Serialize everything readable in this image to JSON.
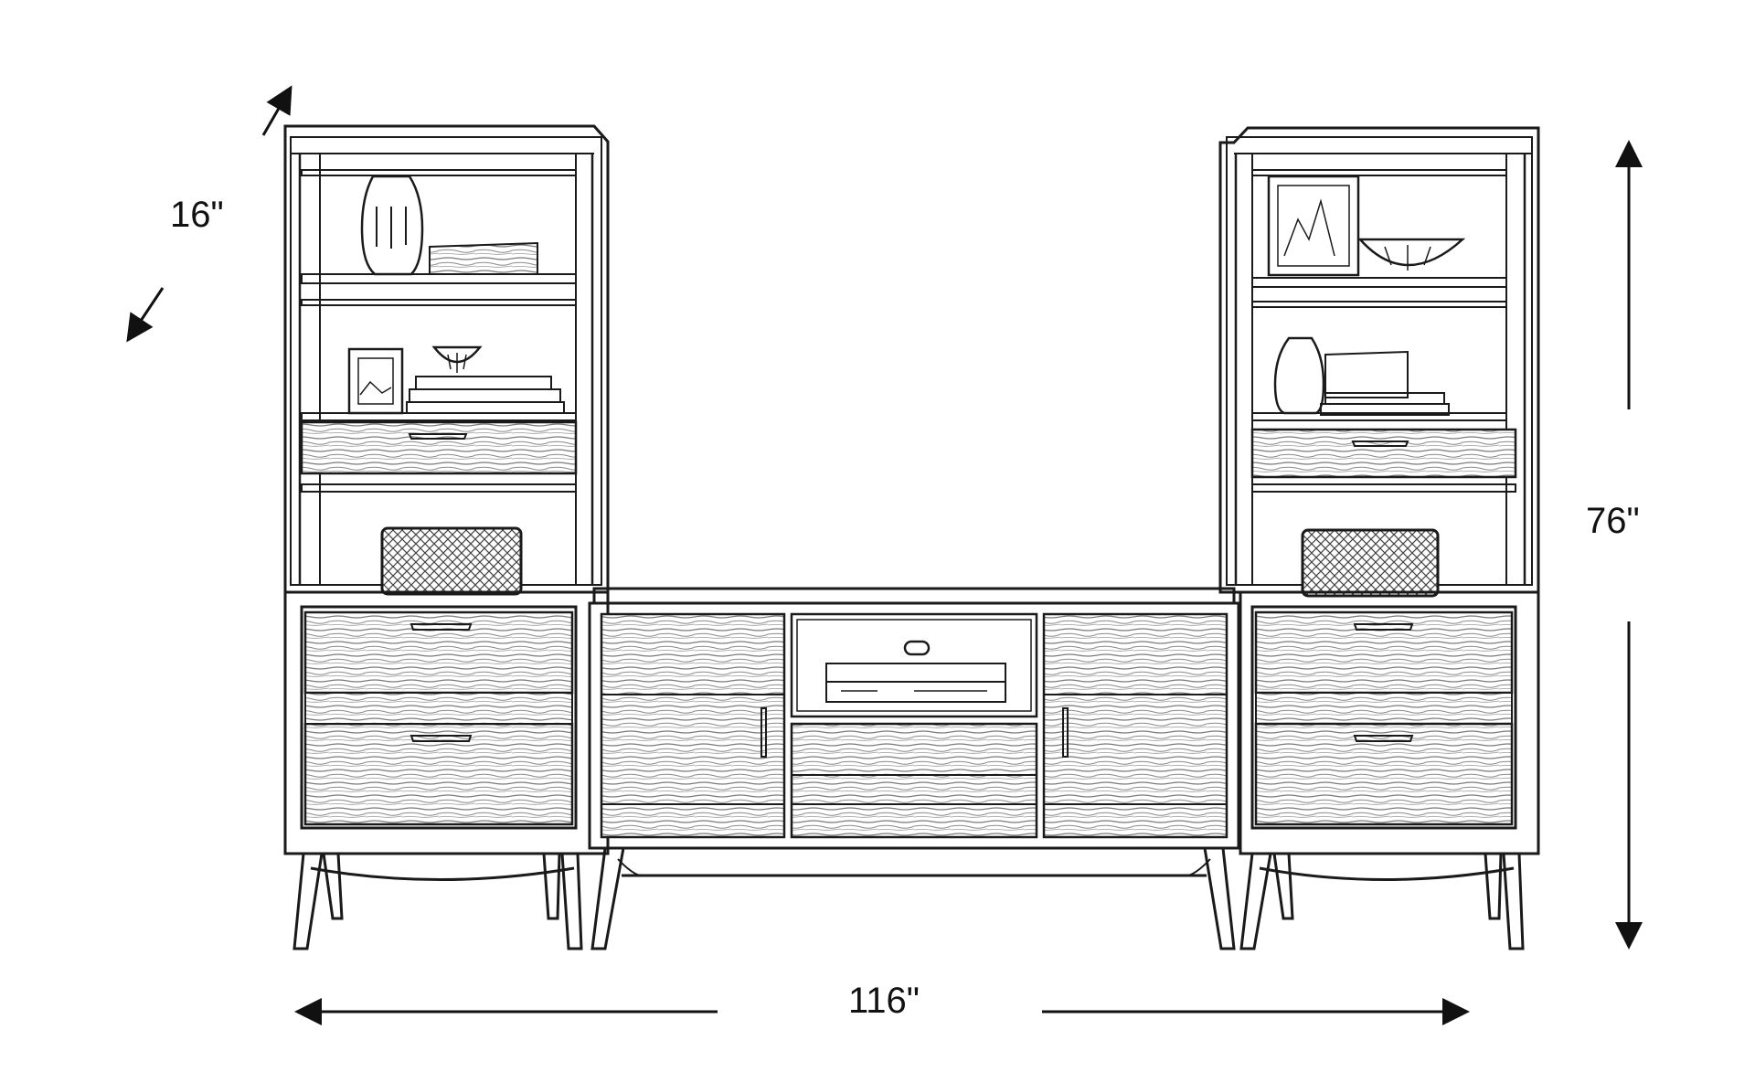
{
  "dimensions": {
    "depth": "16\"",
    "height": "76\"",
    "width": "116\""
  },
  "colors": {
    "line": "#1a1a1a",
    "wood_texture": "#6b6b6b",
    "background": "#ffffff"
  },
  "components": [
    "left-bookcase-pier",
    "tv-console",
    "right-bookcase-pier"
  ]
}
